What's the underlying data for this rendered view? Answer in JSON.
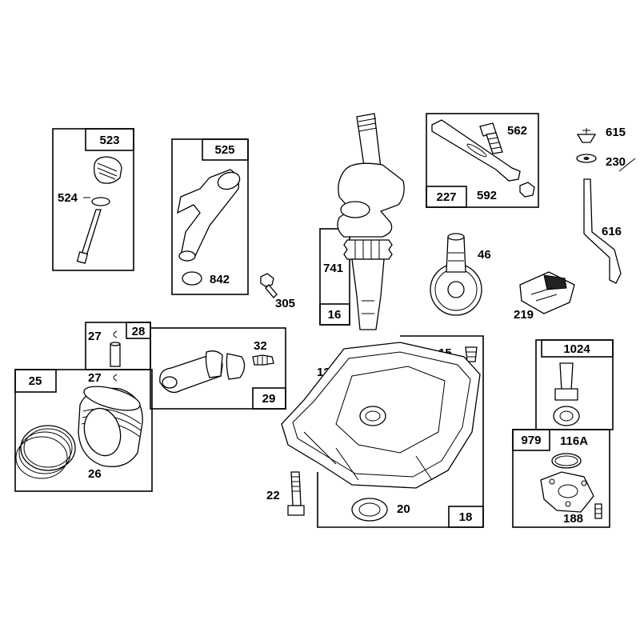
{
  "labels": {
    "l523": "523",
    "l524": "524",
    "l525": "525",
    "l842": "842",
    "l305": "305",
    "l741": "741",
    "l16": "16",
    "l227": "227",
    "l562": "562",
    "l592": "592",
    "l615": "615",
    "l230": "230",
    "l616": "616",
    "l46": "46",
    "l219": "219",
    "l27a": "27",
    "l28": "28",
    "l32": "32",
    "l29": "29",
    "l25": "25",
    "l27b": "27",
    "l26": "26",
    "l12": "12",
    "l15": "15",
    "l22": "22",
    "l20": "20",
    "l18": "18",
    "l1024": "1024",
    "l979": "979",
    "l116A": "116A",
    "l188": "188"
  }
}
